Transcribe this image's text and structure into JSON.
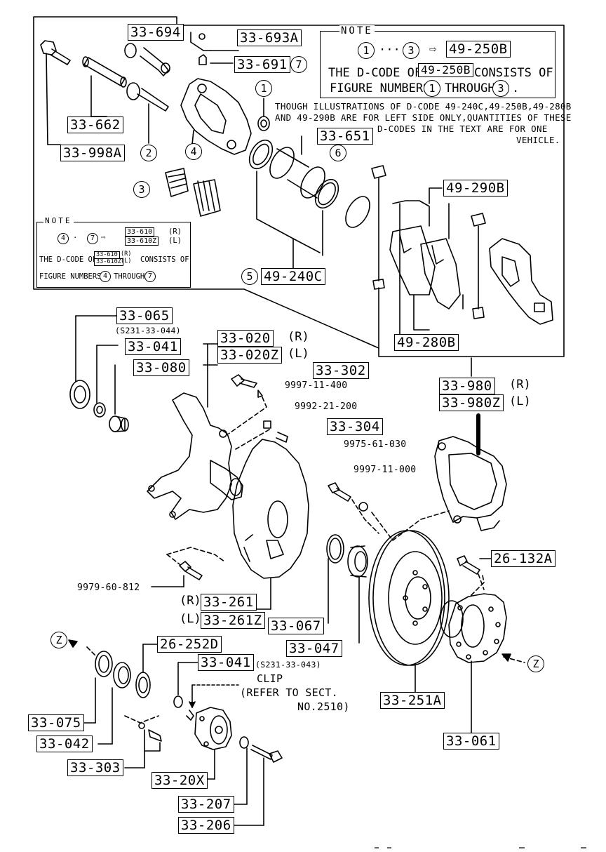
{
  "callouts": {
    "p33694": "33-694",
    "p33693A": "33-693A",
    "p33691": "33-691",
    "p33662": "33-662",
    "p33998A": "33-998A",
    "p33651": "33-651",
    "p49240C": "49-240C",
    "p49290B": "49-290B",
    "p49280B": "49-280B",
    "p33065": "33-065",
    "p33041a": "33-041",
    "p33041a_sub": "(S231-33-044)",
    "p33080": "33-080",
    "p33020": "33-020",
    "p33020Z": "33-020Z",
    "p33302": "33-302",
    "p33304": "33-304",
    "p33980": "33-980",
    "p33980Z": "33-980Z",
    "p26132A": "26-132A",
    "p33261": "33-261",
    "p33261Z": "33-261Z",
    "p33067": "33-067",
    "p33047": "33-047",
    "p26252D": "26-252D",
    "p33041b": "33-041",
    "p33041b_sub": "(S231-33-043)",
    "p33251A": "33-251A",
    "p33075": "33-075",
    "p33042": "33-042",
    "p33303": "33-303",
    "p3320X": "33-20X",
    "p33207": "33-207",
    "p33206": "33-206",
    "p33061": "33-061"
  },
  "side_marks": {
    "R": "(R)",
    "L": "(L)"
  },
  "bolts": {
    "b9997_11_400": "9997-11-400",
    "b9992_21_200": "9992-21-200",
    "b9975_61_030": "9975-61-030",
    "b9997_11_000": "9997-11-000",
    "b9979_60_812": "9979-60-812"
  },
  "figure_numbers": {
    "n1": "1",
    "n2": "2",
    "n3": "3",
    "n4": "4",
    "n5": "5",
    "n6": "6",
    "n7": "7"
  },
  "view_markers": {
    "z": "Z"
  },
  "note1": {
    "title": "NOTE",
    "range_sep": "···",
    "arrow": "⇨",
    "code": "49-250B",
    "line2_a": "THE D-CODE OF",
    "line2_b": "CONSISTS OF",
    "line3_a": "FIGURE NUMBERS",
    "line3_b": "THROUGH",
    "line3_end": "."
  },
  "note2": {
    "title": "NOTE",
    "code_a": "33-610",
    "code_b": "33-610Z",
    "range_sep": "·",
    "arrow": "⇨",
    "line2_a": "THE D-CODE OF",
    "line2_b": "CONSISTS OF",
    "line3_a": "FIGURE NUMBERS",
    "line3_b": "THROUGH"
  },
  "illustration_note": {
    "line1": "THOUGH ILLUSTRATIONS OF D-CODE 49-240C,49-250B,49-280B",
    "line2": "AND 49-290B ARE FOR LEFT SIDE ONLY,QUANTITIES OF THESE",
    "line3": "D-CODES IN THE TEXT ARE FOR ONE",
    "line4": "VEHICLE."
  },
  "clip_note": {
    "line1": "CLIP",
    "line2": "(REFER TO SECT.",
    "line3": "NO.2510)"
  }
}
